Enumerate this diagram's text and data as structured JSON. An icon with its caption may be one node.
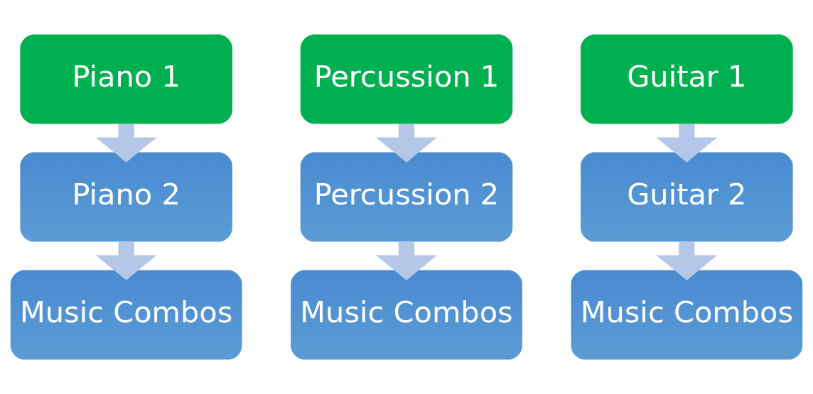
{
  "diagram": {
    "nodes": [
      {
        "text": [
          "Piano 1"
        ]
      },
      {
        "text": [
          "Percussion 1"
        ]
      },
      {
        "text": [
          "Guitar 1"
        ]
      },
      {
        "text": [
          "Piano 2"
        ]
      },
      {
        "text": [
          "Percussion 2"
        ]
      },
      {
        "text": [
          "Guitar 2"
        ]
      },
      {
        "text": [
          "Music Combos"
        ]
      },
      {
        "text": [
          "Music Combos"
        ]
      },
      {
        "text": [
          "Music Combos"
        ]
      }
    ],
    "edges": [
      {
        "from": 0,
        "to": 3,
        "arrow": "to"
      },
      {
        "from": 3,
        "to": 6,
        "arrow": "to"
      },
      {
        "from": 1,
        "to": 4,
        "arrow": "to"
      },
      {
        "from": 4,
        "to": 7,
        "arrow": "to"
      },
      {
        "from": 2,
        "to": 5,
        "arrow": "to"
      },
      {
        "from": 5,
        "to": 8,
        "arrow": "to"
      }
    ]
  }
}
